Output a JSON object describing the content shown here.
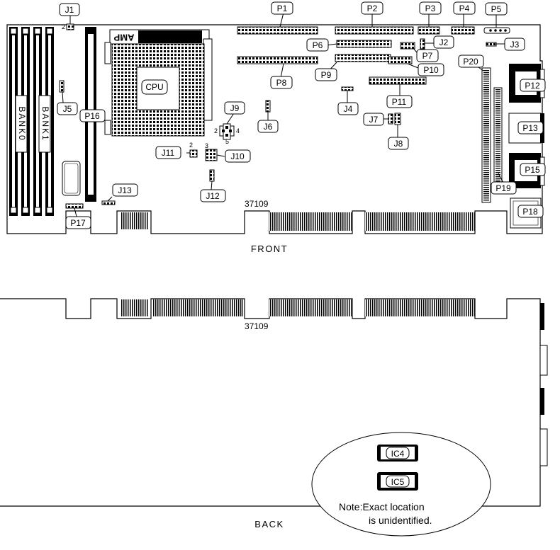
{
  "front": {
    "caption": "FRONT",
    "board_number": "37109",
    "cpu_label": "CPU",
    "socket_brand": "AMP",
    "bank0_label": "BANK0",
    "bank1_label": "BANK1",
    "connectors": [
      "P1",
      "P2",
      "P3",
      "P4",
      "P5",
      "P6",
      "P7",
      "P8",
      "P9",
      "P10",
      "P11",
      "P12",
      "P13",
      "P15",
      "P16",
      "P17",
      "P18",
      "P19",
      "P20"
    ],
    "jumpers": [
      "J1",
      "J2",
      "J3",
      "J4",
      "J5",
      "J6",
      "J7",
      "J8",
      "J9",
      "J10",
      "J11",
      "J12",
      "J13"
    ],
    "pin_numbers": {
      "j1": "2",
      "j9_left": "2",
      "j9_right": "4",
      "j9_bottom": "5",
      "j10": "3",
      "j11": "2"
    }
  },
  "back": {
    "caption": "BACK",
    "board_number": "37109",
    "chips": [
      "IC4",
      "IC5"
    ],
    "note_line1": "Note:Exact location",
    "note_line2": "is unidentified."
  },
  "colors": {
    "line": "#000000",
    "background": "#ffffff",
    "fill_dark": "#000000"
  }
}
